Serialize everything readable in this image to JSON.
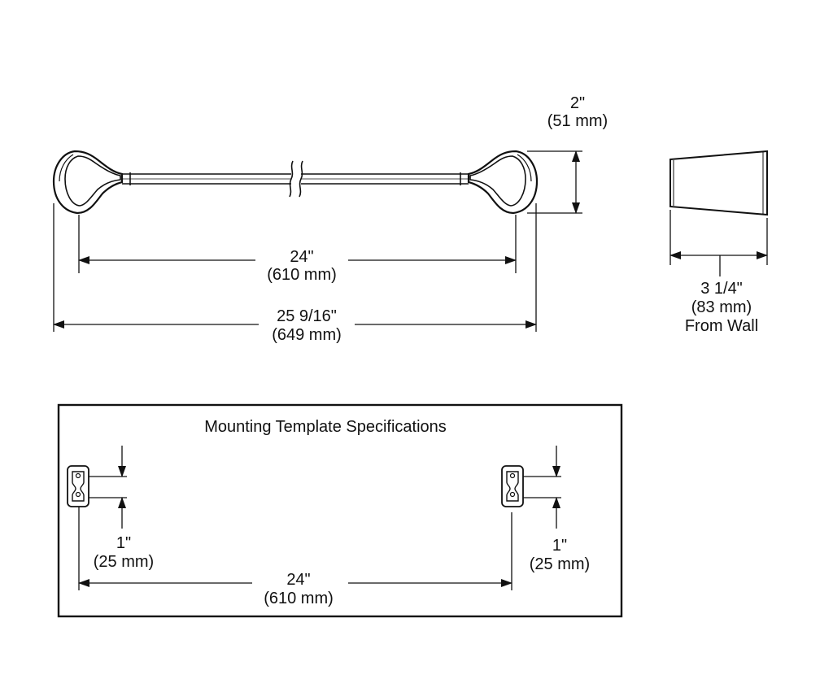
{
  "colors": {
    "ink": "#111111",
    "background": "#ffffff"
  },
  "side_view": {
    "depth": {
      "inches": "3 1/4\"",
      "mm": "(83 mm)",
      "note": "From Wall"
    }
  },
  "front_view": {
    "height": {
      "inches": "2\"",
      "mm": "(51 mm)"
    },
    "inner_length": {
      "inches": "24\"",
      "mm": "(610 mm)"
    },
    "overall_length": {
      "inches": "25 9/16\"",
      "mm": "(649 mm)"
    }
  },
  "template": {
    "title": "Mounting Template Specifications",
    "left_offset": {
      "inches": "1\"",
      "mm": "(25 mm)"
    },
    "right_offset": {
      "inches": "1\"",
      "mm": "(25 mm)"
    },
    "spacing": {
      "inches": "24\"",
      "mm": "(610 mm)"
    }
  }
}
